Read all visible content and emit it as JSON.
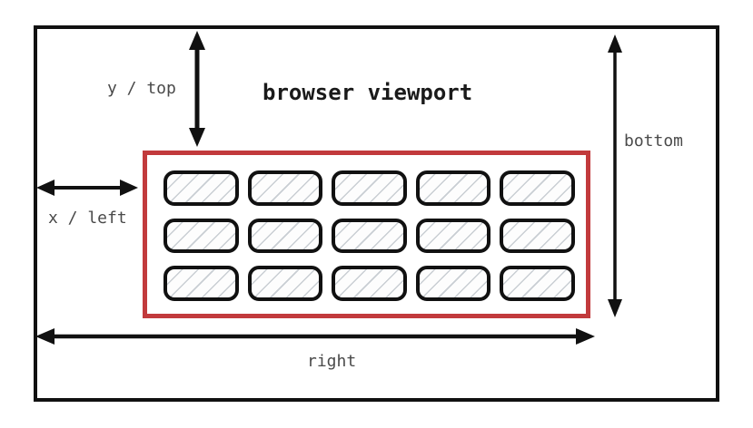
{
  "diagram": {
    "title": "browser viewport",
    "labels": {
      "y_top": "y / top",
      "bottom": "bottom",
      "x_left": "x / left",
      "right": "right"
    },
    "colors": {
      "frame": "#111111",
      "arrow": "#111111",
      "label_text": "#4a4a4a",
      "title_text": "#1a1a1a",
      "viewport_outline": "#c23a3c",
      "cell_border": "#111111",
      "hatch": "#c9ced3",
      "background": "#ffffff"
    },
    "grid": {
      "rows": 3,
      "cols": 5,
      "cells": 15
    }
  }
}
